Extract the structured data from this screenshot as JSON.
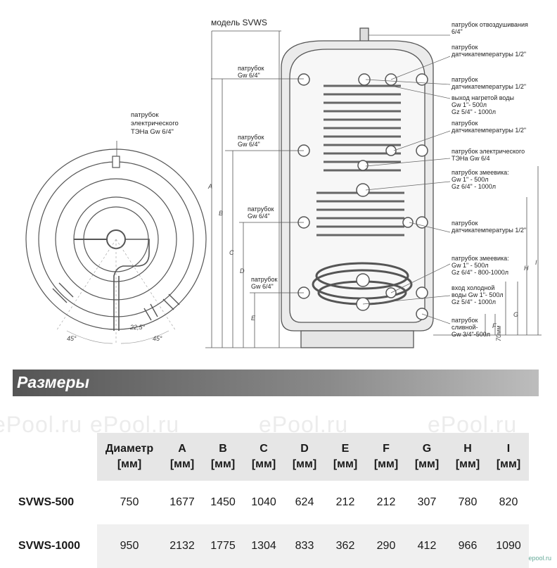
{
  "diagram": {
    "model_label": "модель SVWS",
    "left_heater_label": [
      "патрубок",
      "электрического",
      "ТЭНа  Gw 6/4\""
    ],
    "angles": [
      "45°",
      "22,5°",
      "45°"
    ],
    "left_port_labels": [
      [
        "патрубок",
        "Gw 6/4\""
      ],
      [
        "патрубок",
        "Gw 6/4\""
      ],
      [
        "патрубок",
        "Gw 6/4\""
      ],
      [
        "патрубок",
        "Gw 6/4\""
      ]
    ],
    "dim_letters": [
      "A",
      "B",
      "C",
      "D",
      "E",
      "F",
      "G",
      "H",
      "I"
    ],
    "dim_70mm": "70мм",
    "right_labels": [
      [
        "патрубок  отвоздушивания",
        "6/4\""
      ],
      [
        "патрубок",
        "датчикатемпературы 1/2\""
      ],
      [
        "патрубок",
        "датчикатемпературы 1/2\""
      ],
      [
        "выход нагретой воды",
        "Gw 1\"- 500л",
        "Gz 5/4\" - 1000л"
      ],
      [
        "патрубок",
        "датчикатемпературы 1/2\""
      ],
      [
        "патрубок электрического",
        "ТЭНа Gw 6/4"
      ],
      [
        "патрубок змеевика:",
        "Gw 1\" - 500л",
        "Gz 6/4\" - 1000л"
      ],
      [
        "патрубок",
        "датчикатемпературы 1/2\""
      ],
      [
        "патрубок змеевика:",
        "Gw 1\" - 500л",
        "Gz 6/4\" - 800-1000л"
      ],
      [
        "вход холодной",
        "воды Gw 1\"- 500л",
        "Gz 5/4\" - 1000л"
      ],
      [
        "патрубок",
        "сливной-",
        "Gw 3/4\"-500л"
      ]
    ]
  },
  "section_title": "Размеры",
  "watermark": "ePool.ru",
  "table": {
    "headers": [
      [
        "Диаметр",
        "[мм]"
      ],
      [
        "A",
        "[мм]"
      ],
      [
        "B",
        "[мм]"
      ],
      [
        "C",
        "[мм]"
      ],
      [
        "D",
        "[мм]"
      ],
      [
        "E",
        "[мм]"
      ],
      [
        "F",
        "[мм]"
      ],
      [
        "G",
        "[мм]"
      ],
      [
        "H",
        "[мм]"
      ],
      [
        "I",
        "[мм]"
      ]
    ],
    "rows": [
      {
        "model": "SVWS-500",
        "values": [
          "750",
          "1677",
          "1450",
          "1040",
          "624",
          "212",
          "212",
          "307",
          "780",
          "820"
        ]
      },
      {
        "model": "SVWS-1000",
        "values": [
          "950",
          "2132",
          "1775",
          "1304",
          "833",
          "362",
          "290",
          "412",
          "966",
          "1090"
        ]
      }
    ]
  },
  "corner_mark": "epool.ru"
}
